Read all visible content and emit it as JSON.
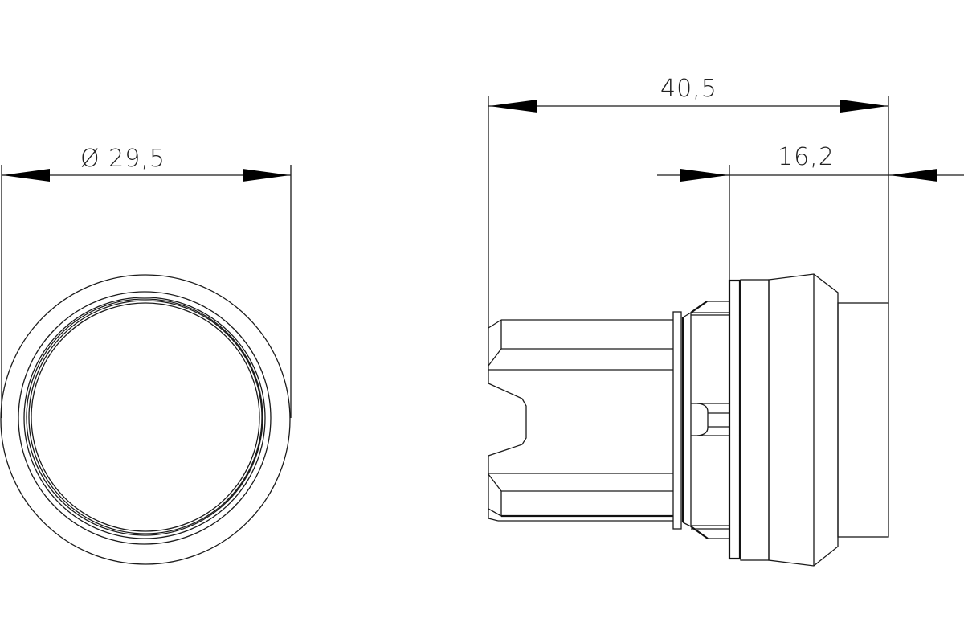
{
  "drawing": {
    "type": "technical-drawing",
    "views": [
      {
        "name": "front-view",
        "label": "Front view (circular)"
      },
      {
        "name": "side-view",
        "label": "Side view"
      }
    ],
    "dimensions": {
      "diameter": {
        "label": "Ø 29.5",
        "text": "Ø 29,5",
        "value": 29.5,
        "unit": "mm"
      },
      "overall_length": {
        "label": "40.5",
        "text": "40,5",
        "value": 40.5,
        "unit": "mm"
      },
      "front_length": {
        "label": "16.2",
        "text": "16,2",
        "value": 16.2,
        "unit": "mm"
      }
    },
    "colors": {
      "line": "#1a1a1a",
      "background": "#ffffff"
    }
  }
}
